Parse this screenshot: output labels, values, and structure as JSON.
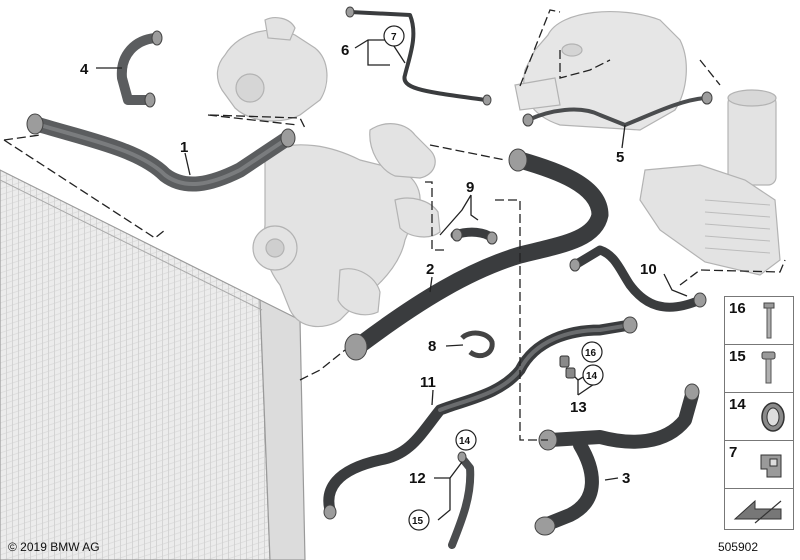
{
  "callouts": [
    {
      "id": "1",
      "text": "1"
    },
    {
      "id": "2",
      "text": "2"
    },
    {
      "id": "3",
      "text": "3"
    },
    {
      "id": "4",
      "text": "4"
    },
    {
      "id": "5",
      "text": "5"
    },
    {
      "id": "6",
      "text": "6"
    },
    {
      "id": "7",
      "text": "7"
    },
    {
      "id": "8",
      "text": "8"
    },
    {
      "id": "9",
      "text": "9"
    },
    {
      "id": "10",
      "text": "10"
    },
    {
      "id": "11",
      "text": "11"
    },
    {
      "id": "12",
      "text": "12"
    },
    {
      "id": "13",
      "text": "13"
    },
    {
      "id": "14",
      "text": "14"
    },
    {
      "id": "15",
      "text": "15"
    },
    {
      "id": "16",
      "text": "16"
    }
  ],
  "legend": [
    {
      "text": "16",
      "icon": "bolt-icon"
    },
    {
      "text": "15",
      "icon": "screw-icon"
    },
    {
      "text": "14",
      "icon": "clamp-ring-icon"
    },
    {
      "text": "7",
      "icon": "clip-icon"
    },
    {
      "text": "",
      "icon": "arrow-icon"
    }
  ],
  "footer": {
    "copyright": "© 2019 BMW AG",
    "figure_id": "505902"
  },
  "colors": {
    "hose": "#5b5d5f",
    "hose_dark": "#3a3c3e",
    "component": "#e3e3e3",
    "line": "#222222"
  }
}
